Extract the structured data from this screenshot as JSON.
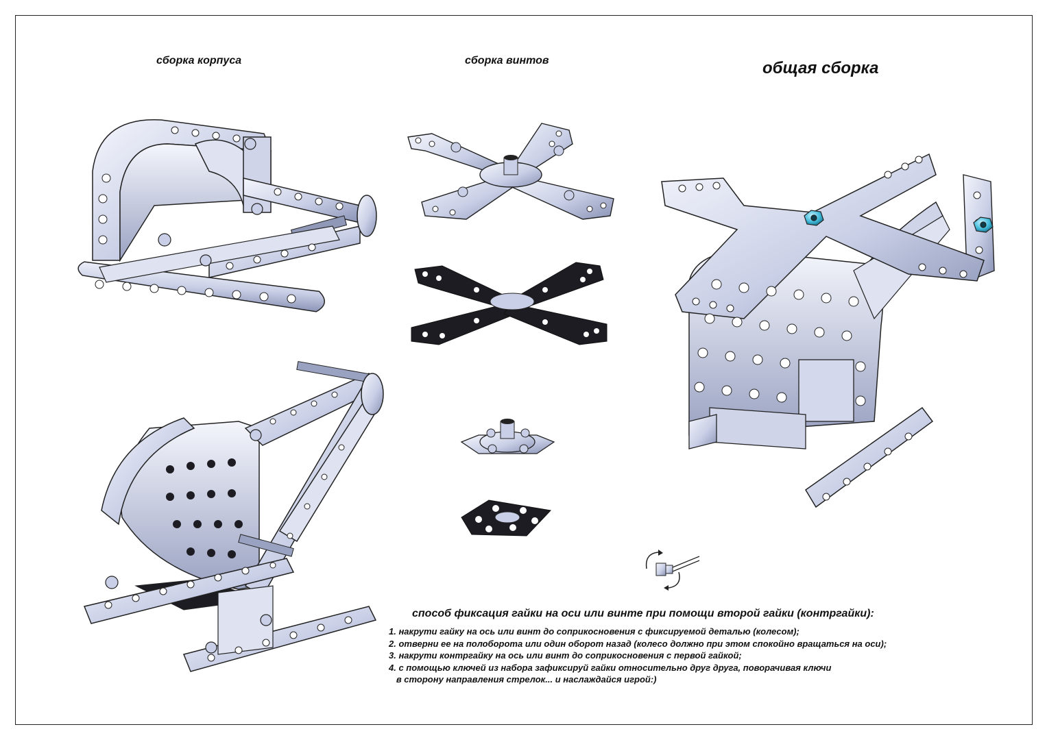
{
  "titles": {
    "body_assembly": "сборка корпуса",
    "rotor_assembly": "сборка винтов",
    "general_assembly": "общая сборка"
  },
  "instructions": {
    "heading": "способ фиксация гайки на оси или винте при помощи второй гайки (контргайки):",
    "steps": [
      "1. накрути гайку на ось или винт до соприкосновения с фиксируемой деталью (колесом);",
      "2. отверни ее на полоборота или один оборот назад (колесо должно при этом спокойно вращаться на оси);",
      "3. накрути контргайку на ось или винт до соприкосновения с первой гайкой;",
      "4. с помощью ключей из набора зафиксируй гайки относительно друг друга, поворачивая ключи",
      "   в сторону направления стрелок... и наслаждайся игрой:)"
    ]
  },
  "colors": {
    "steel_light": "#e8ecf7",
    "steel_mid": "#b9c0db",
    "steel_dark": "#7d86a8",
    "black_part": "#1c1c22",
    "nut_cyan": "#3fb8d8",
    "outline": "#222222"
  },
  "icons": {
    "nut_rotation": "rotate-arrows-icon"
  }
}
